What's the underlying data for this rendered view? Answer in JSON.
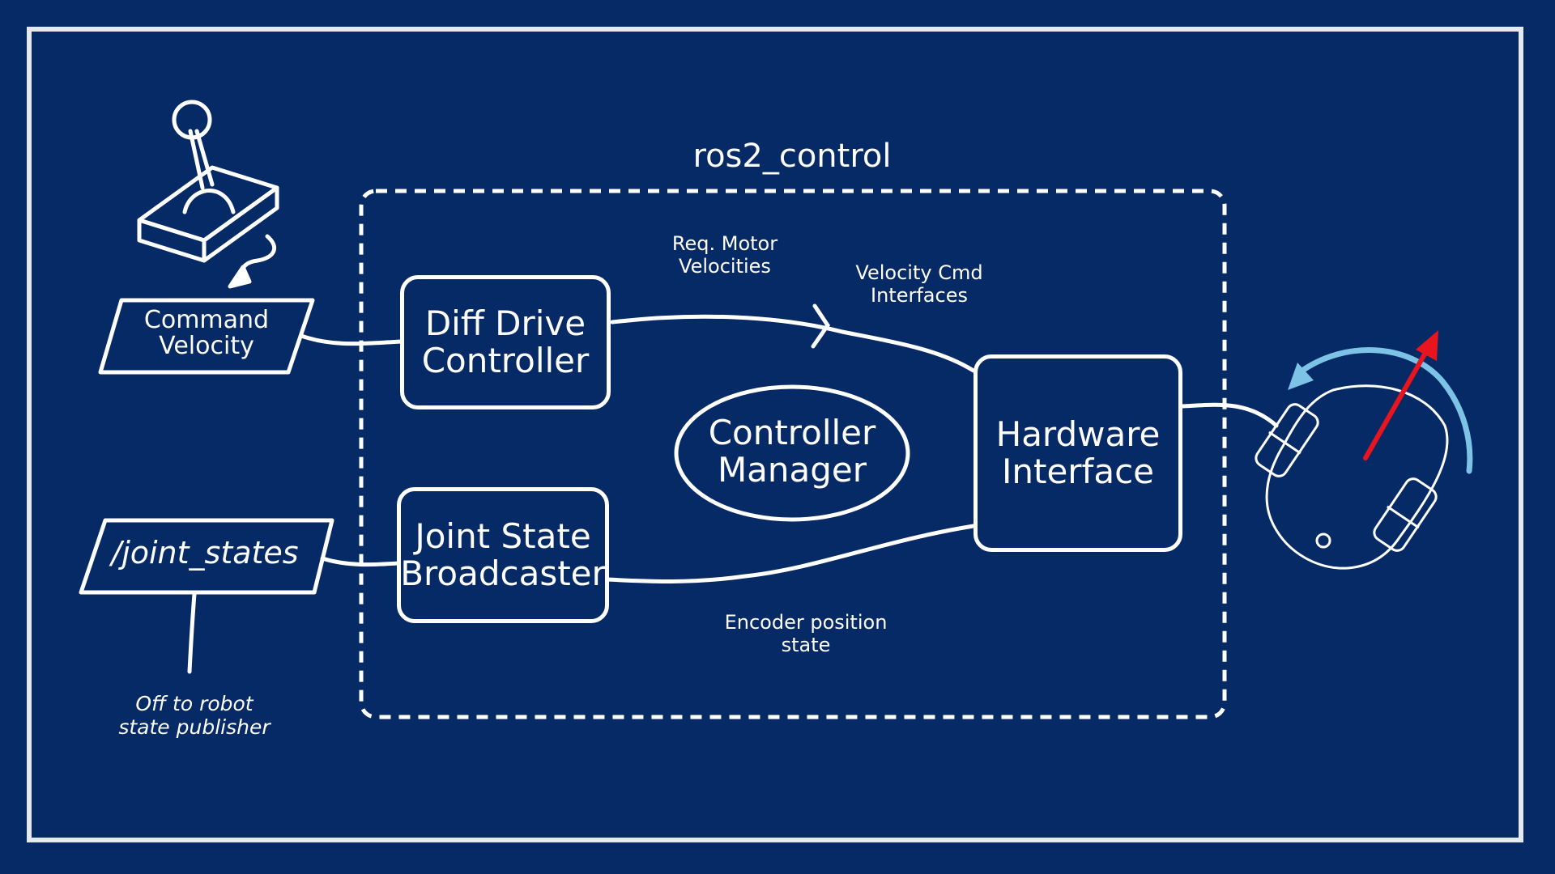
{
  "title": "ros2_control",
  "nodes": {
    "command_velocity": "Command\nVelocity",
    "joint_states": "/joint_states",
    "diff_drive": "Diff Drive\nController",
    "joint_state_broadcaster": "Joint State\nBroadcaster",
    "controller_manager": "Controller\nManager",
    "hardware_interface": "Hardware\nInterface"
  },
  "edges": {
    "req_motor": "Req. Motor\nVelocities",
    "velocity_cmd": "Velocity Cmd\nInterfaces",
    "encoder_state": "Encoder position\nstate",
    "off_to_robot": "Off to robot\nstate publisher"
  },
  "colors": {
    "background": "#062a66",
    "line": "#ffffff",
    "arrow_red": "#e8141e",
    "arrow_blue": "#7cc3e6"
  },
  "icons": [
    "joystick-icon",
    "robot-wheel-icon"
  ]
}
